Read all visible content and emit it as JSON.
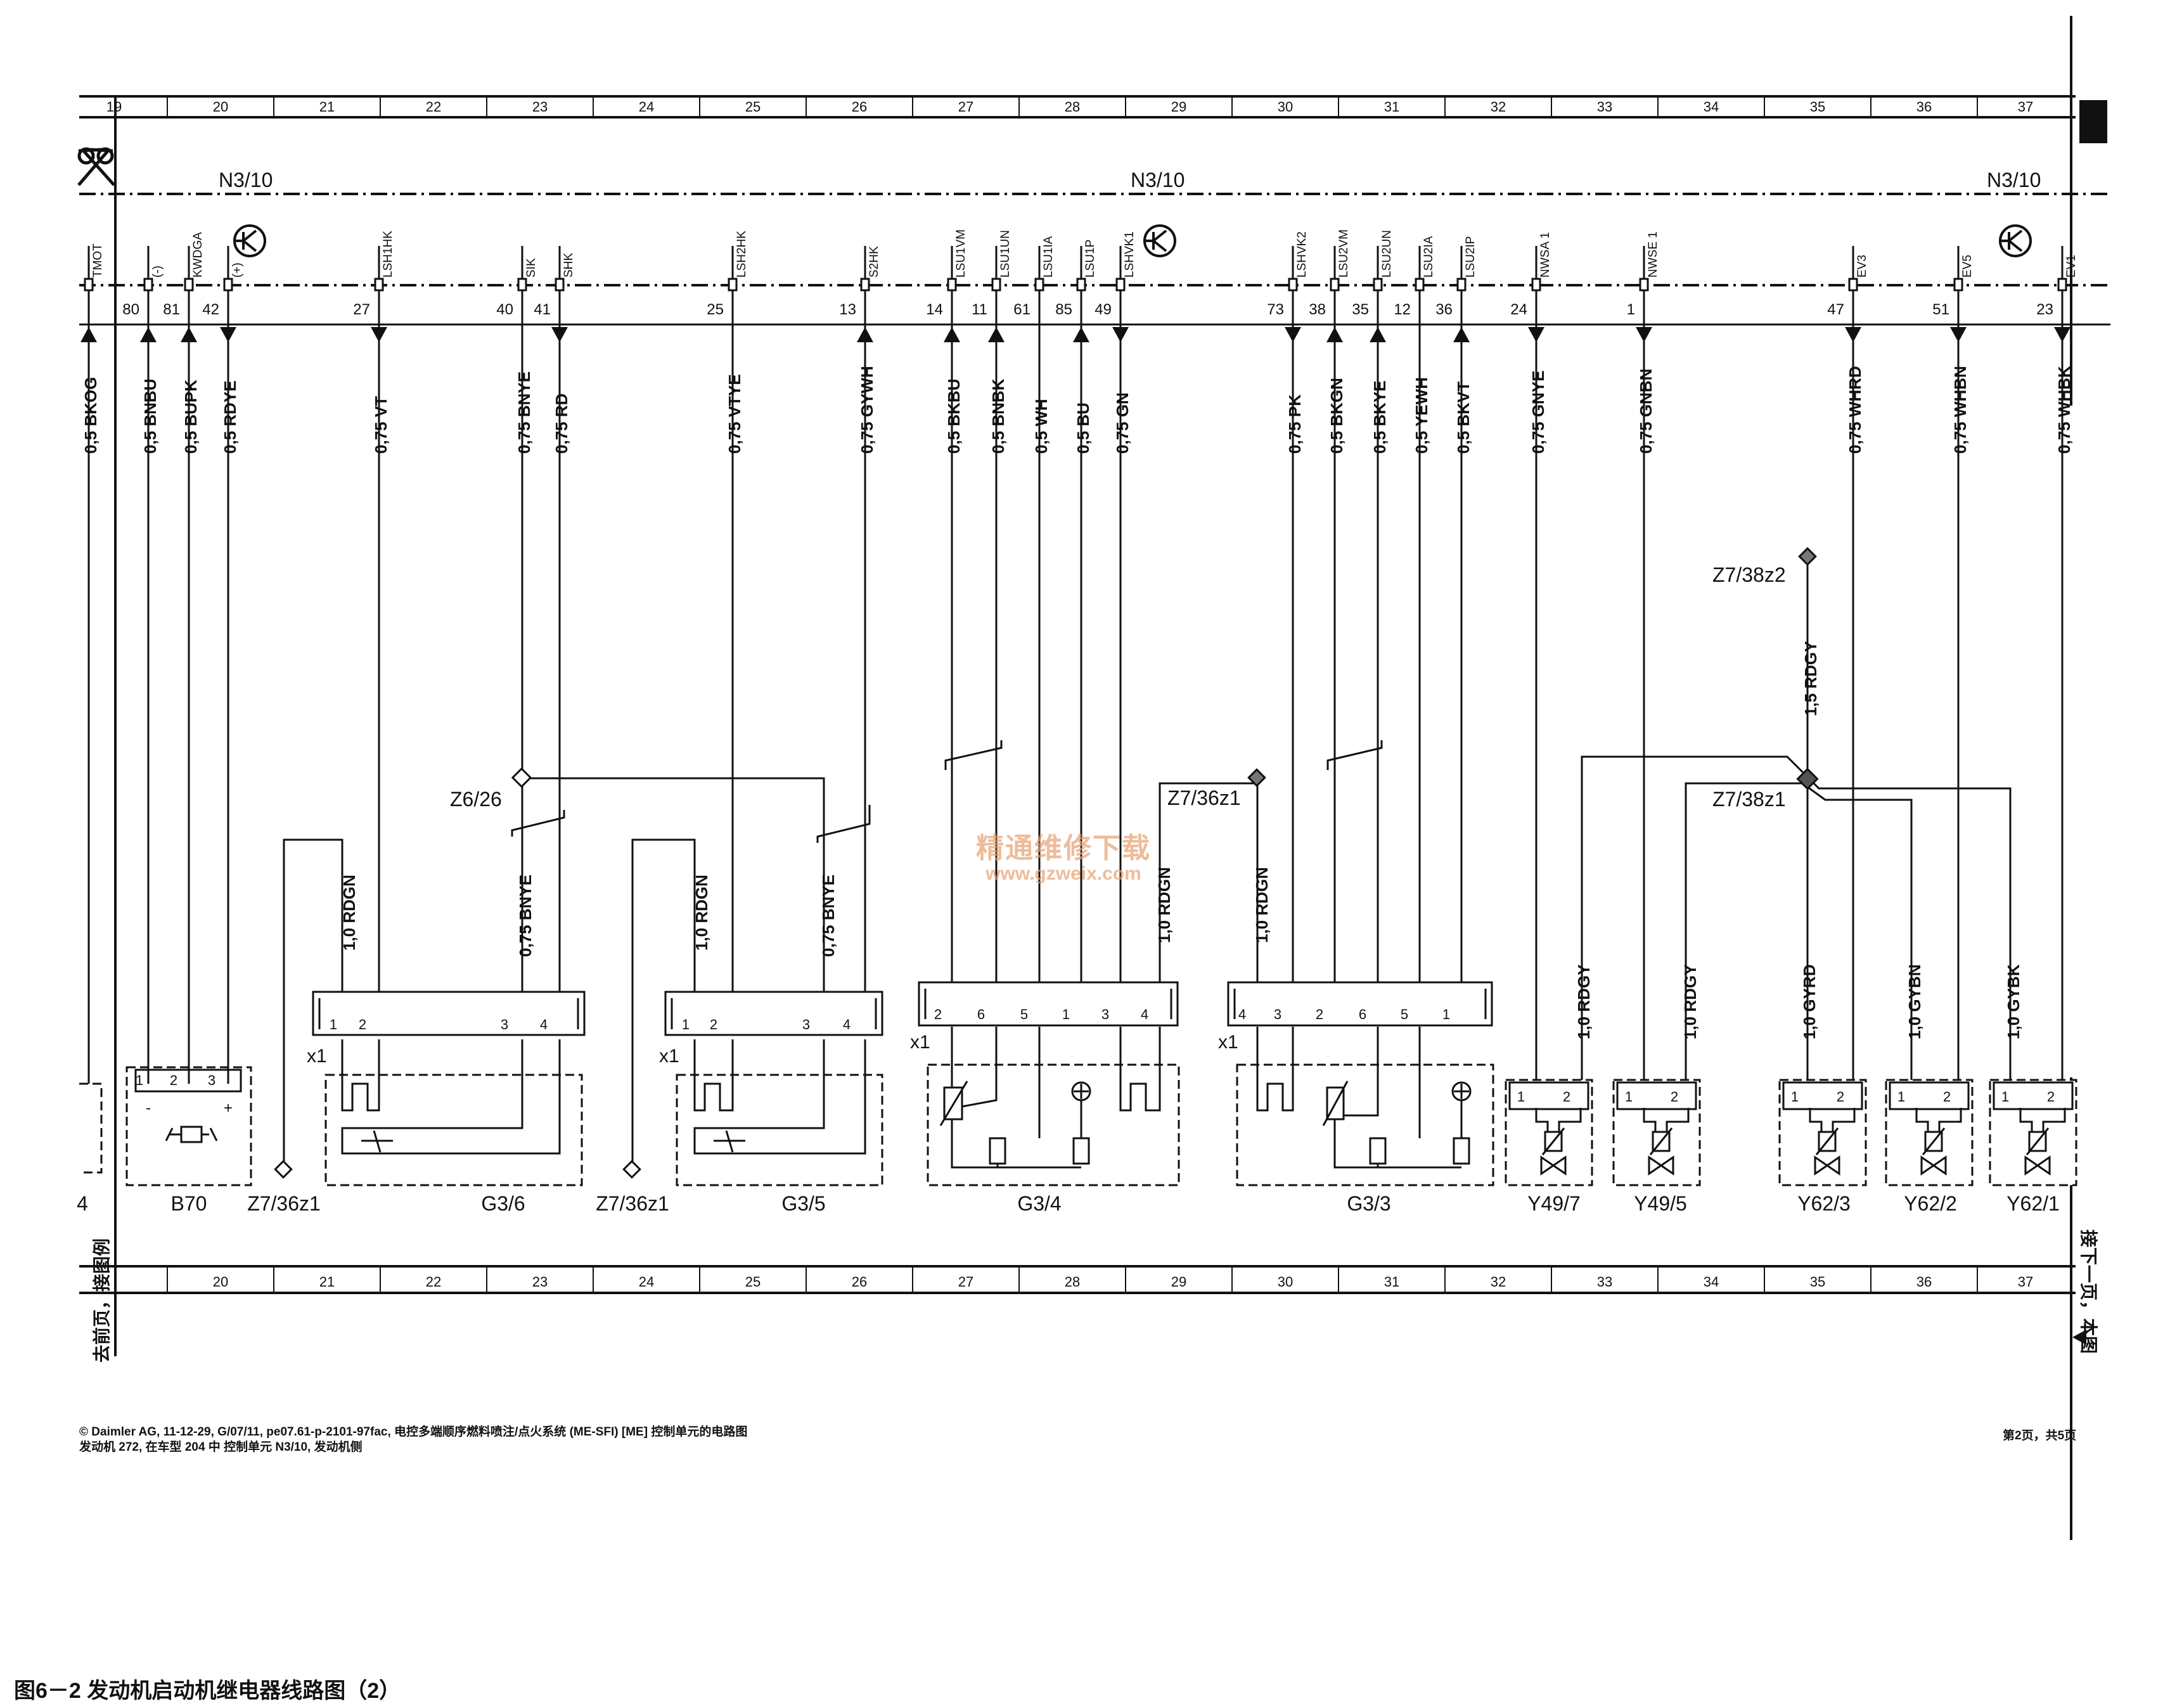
{
  "grid_numbers": [
    "19",
    "20",
    "21",
    "22",
    "23",
    "24",
    "25",
    "26",
    "27",
    "28",
    "29",
    "30",
    "31",
    "32",
    "33",
    "34",
    "35",
    "36",
    "37"
  ],
  "control_unit_labels": [
    "N3/10",
    "N3/10",
    "N3/10"
  ],
  "pins": [
    {
      "name": "TMOT",
      "pin": "",
      "wire": "0,5 BKOG",
      "dir": "out"
    },
    {
      "name": "(-)",
      "pin": "80",
      "wire": "0,5 BNBU",
      "dir": "out"
    },
    {
      "name": "KWDGA",
      "pin": "81",
      "wire": "0,5 BUPK",
      "dir": "out"
    },
    {
      "name": "(+)",
      "pin": "42",
      "wire": "0,5 RDYE",
      "dir": "in"
    },
    {
      "name": "LSH1HK",
      "pin": "27",
      "wire": "0,75 VT",
      "dir": "in"
    },
    {
      "name": "SIK",
      "pin": "40",
      "wire": "0,75 BNYE",
      "dir": "none"
    },
    {
      "name": "SHK",
      "pin": "41",
      "wire": "0,75 RD",
      "dir": "in"
    },
    {
      "name": "LSH2HK",
      "pin": "25",
      "wire": "0,75 VTYE",
      "dir": "none"
    },
    {
      "name": "S2HK",
      "pin": "13",
      "wire": "0,75 GYWH",
      "dir": "out"
    },
    {
      "name": "LSU1VM",
      "pin": "14",
      "wire": "0,5 BKBU",
      "dir": "out"
    },
    {
      "name": "LSU1UN",
      "pin": "11",
      "wire": "0,5 BNBK",
      "dir": "out"
    },
    {
      "name": "LSU1IA",
      "pin": "61",
      "wire": "0,5 WH",
      "dir": "none"
    },
    {
      "name": "LSU1P",
      "pin": "85",
      "wire": "0,5 BU",
      "dir": "out"
    },
    {
      "name": "LSHVK1",
      "pin": "49",
      "wire": "0,75 GN",
      "dir": "in"
    },
    {
      "name": "LSHVK2",
      "pin": "73",
      "wire": "0,75 PK",
      "dir": "in"
    },
    {
      "name": "LSU2VM",
      "pin": "38",
      "wire": "0,5 BKGN",
      "dir": "out"
    },
    {
      "name": "LSU2UN",
      "pin": "35",
      "wire": "0,5 BKYE",
      "dir": "out"
    },
    {
      "name": "LSU2IA",
      "pin": "12",
      "wire": "0,5 YEWH",
      "dir": "none"
    },
    {
      "name": "LSU2IP",
      "pin": "36",
      "wire": "0,5 BKVT",
      "dir": "out"
    },
    {
      "name": "NWSA 1",
      "pin": "24",
      "wire": "0,75 GNYE",
      "dir": "in"
    },
    {
      "name": "NWSE 1",
      "pin": "1",
      "wire": "0,75 GNBN",
      "dir": "in"
    },
    {
      "name": "EV3",
      "pin": "47",
      "wire": "0,75 WHRD",
      "dir": "in"
    },
    {
      "name": "EV5",
      "pin": "51",
      "wire": "0,75 WHBN",
      "dir": "in"
    },
    {
      "name": "EV1",
      "pin": "23",
      "wire": "0,75 WHBK",
      "dir": "in"
    }
  ],
  "junctions": {
    "z6_26": "Z6/26",
    "z7_36z1_top": "Z7/36z1",
    "z7_38z2": "Z7/38z2",
    "z7_38z1": "Z7/38z1"
  },
  "wires_lower": {
    "w1": "1,0 RDGN",
    "w2": "0,75 BNYE",
    "w3": "1,0 RDGN",
    "w4": "0,75 BNYE",
    "w5": "1,0 RDGN",
    "w6": "1,0 RDGN",
    "w7": "1,5 RDGY",
    "w8": "1,0 RDGY",
    "w9": "1,0 RDGY",
    "w10": "1,0 GYRD",
    "w11": "1,0 GYBN",
    "w12": "1,0 GYBK"
  },
  "connector_pins": {
    "g36": [
      "1",
      "2",
      "3",
      "4"
    ],
    "g35": [
      "1",
      "2",
      "3",
      "4"
    ],
    "g34": [
      "2",
      "6",
      "5",
      "1",
      "3",
      "4"
    ],
    "g33": [
      "4",
      "3",
      "2",
      "6",
      "5",
      "1"
    ],
    "b70": [
      "1",
      "2",
      "3"
    ],
    "valves": [
      "1",
      "2"
    ]
  },
  "x1": "x1",
  "polarity": {
    "minus": "-",
    "plus": "+"
  },
  "components": {
    "left_cut": "4",
    "b70": "B70",
    "z7_36z1_a": "Z7/36z1",
    "g36": "G3/6",
    "z7_36z1_b": "Z7/36z1",
    "g35": "G3/5",
    "g34": "G3/4",
    "g33": "G3/3",
    "y49_7": "Y49/7",
    "y49_5": "Y49/5",
    "y62_3": "Y62/3",
    "y62_2": "Y62/2",
    "y62_1": "Y62/1"
  },
  "margin_text": {
    "left": "去前页，接图例",
    "right": "接下一页，本图"
  },
  "watermark": {
    "line1": "精通维修下载",
    "line2": "www.gzweix.com"
  },
  "footer": {
    "line1": "© Daimler AG, 11-12-29, G/07/11, pe07.61-p-2101-97fac, 电控多端顺序燃料喷注/点火系统 (ME-SFI) [ME] 控制单元的电路图",
    "line2": "发动机 272, 在车型 204 中 控制单元 N3/10, 发动机侧"
  },
  "page_info": "第2页，共5页",
  "caption": "图6－2  发动机启动机继电器线路图（2）"
}
